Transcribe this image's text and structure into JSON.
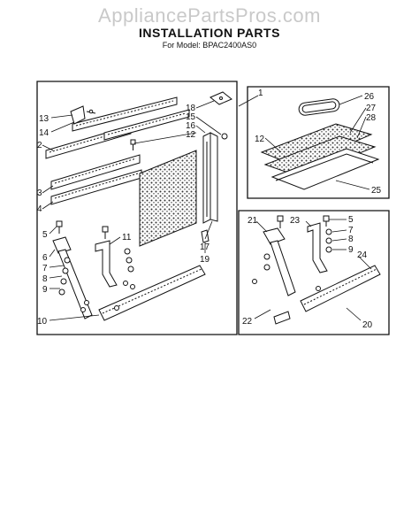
{
  "watermark": "AppliancePartsPros.com",
  "title": "INSTALLATION PARTS",
  "subtitle": "For Model: BPAC2400AS0",
  "callouts": {
    "c1": "1",
    "c2": "2",
    "c3": "3",
    "c4": "4",
    "c5": "5",
    "c6": "6",
    "c7": "7",
    "c8": "8",
    "c9": "9",
    "c10": "10",
    "c11": "11",
    "c12": "12",
    "c13": "13",
    "c14": "14",
    "c15": "15",
    "c16": "16",
    "c17": "17",
    "c18": "18",
    "c19": "19",
    "c20": "20",
    "c21": "21",
    "c22": "22",
    "c23": "23",
    "c24": "24",
    "c25": "25",
    "c26": "26",
    "c27": "27",
    "c28": "28"
  }
}
